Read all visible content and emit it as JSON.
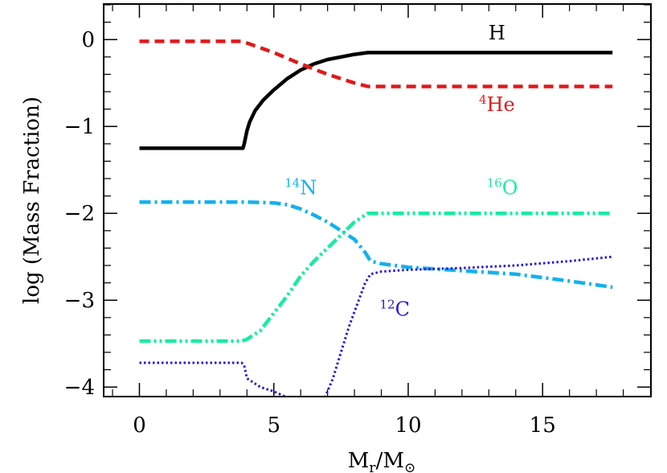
{
  "chart_data": {
    "type": "line",
    "xlabel": "Mr/M⊙",
    "ylabel": "log (Mass Fraction)",
    "xlim": [
      -1.3,
      19.0
    ],
    "ylim": [
      -4.1,
      0.4
    ],
    "xticks": [
      0,
      5,
      10,
      15
    ],
    "yticks": [
      0,
      -1,
      -2,
      -3,
      -4
    ],
    "tick_labels_x": [
      "0",
      "5",
      "10",
      "15"
    ],
    "tick_labels_y": [
      "0",
      "−1",
      "−2",
      "−3",
      "−4"
    ],
    "grid": false,
    "series": [
      {
        "name": "H",
        "color": "#000000",
        "style": "solid",
        "label_pos": [
          13.3,
          0.0
        ],
        "x": [
          0,
          3.85,
          3.9,
          4.0,
          4.1,
          4.3,
          4.6,
          5.0,
          5.5,
          6.0,
          6.5,
          7.0,
          7.5,
          8.0,
          8.5,
          9.0,
          10,
          12,
          15,
          17.6
        ],
        "y": [
          -1.25,
          -1.25,
          -1.2,
          -1.05,
          -0.95,
          -0.82,
          -0.7,
          -0.58,
          -0.45,
          -0.35,
          -0.28,
          -0.23,
          -0.2,
          -0.17,
          -0.15,
          -0.15,
          -0.15,
          -0.15,
          -0.15,
          -0.15
        ]
      },
      {
        "name": "4He",
        "label_sup": "4",
        "label_main": "He",
        "color": "#e0191b",
        "style": "dashed",
        "label_pos": [
          13.3,
          -0.82
        ],
        "x": [
          0,
          3.8,
          4.0,
          5.0,
          6.0,
          7.0,
          8.0,
          8.5,
          9.0,
          12,
          15,
          17.6
        ],
        "y": [
          -0.02,
          -0.02,
          -0.04,
          -0.15,
          -0.28,
          -0.4,
          -0.5,
          -0.54,
          -0.54,
          -0.54,
          -0.54,
          -0.54
        ]
      },
      {
        "name": "14N",
        "label_sup": "14",
        "label_main": "N",
        "color": "#12b1f0",
        "style": "dashdot",
        "label_pos": [
          6.0,
          -1.78
        ],
        "x": [
          0,
          4.0,
          5.0,
          5.5,
          6.0,
          6.5,
          7.0,
          7.5,
          8.0,
          8.4,
          8.6,
          9.0,
          10,
          12,
          14,
          16,
          17.6
        ],
        "y": [
          -1.87,
          -1.87,
          -1.88,
          -1.9,
          -1.95,
          -2.02,
          -2.1,
          -2.2,
          -2.3,
          -2.45,
          -2.55,
          -2.58,
          -2.62,
          -2.66,
          -2.7,
          -2.78,
          -2.85
        ]
      },
      {
        "name": "16O",
        "label_sup": "16",
        "label_main": "O",
        "color": "#18eca0",
        "style": "dashdotdot",
        "label_pos": [
          13.5,
          -1.78
        ],
        "x": [
          0,
          3.8,
          4.0,
          4.5,
          5.0,
          5.5,
          6.0,
          6.5,
          7.0,
          7.5,
          8.0,
          8.5,
          9.0,
          12,
          15,
          17.6
        ],
        "y": [
          -3.47,
          -3.47,
          -3.45,
          -3.35,
          -3.15,
          -2.95,
          -2.72,
          -2.55,
          -2.4,
          -2.25,
          -2.1,
          -2.0,
          -2.0,
          -2.0,
          -2.0,
          -2.0
        ]
      },
      {
        "name": "12C",
        "label_sup": "12",
        "label_main": "C",
        "color": "#2a17d6",
        "style": "dotted",
        "label_pos": [
          9.5,
          -3.18
        ],
        "segments": [
          {
            "x": [
              0,
              3.8,
              3.9,
              4.0,
              4.5,
              5.0,
              5.5
            ],
            "y": [
              -3.72,
              -3.72,
              -3.75,
              -3.9,
              -4.0,
              -4.05,
              -4.12
            ]
          },
          {
            "x": [
              6.9,
              7.2,
              7.5,
              7.8,
              8.1,
              8.4,
              8.6,
              9.0,
              10,
              12,
              14,
              16,
              17.6
            ],
            "y": [
              -4.12,
              -3.9,
              -3.6,
              -3.3,
              -3.05,
              -2.8,
              -2.7,
              -2.67,
              -2.65,
              -2.63,
              -2.6,
              -2.55,
              -2.5
            ]
          }
        ]
      }
    ]
  }
}
